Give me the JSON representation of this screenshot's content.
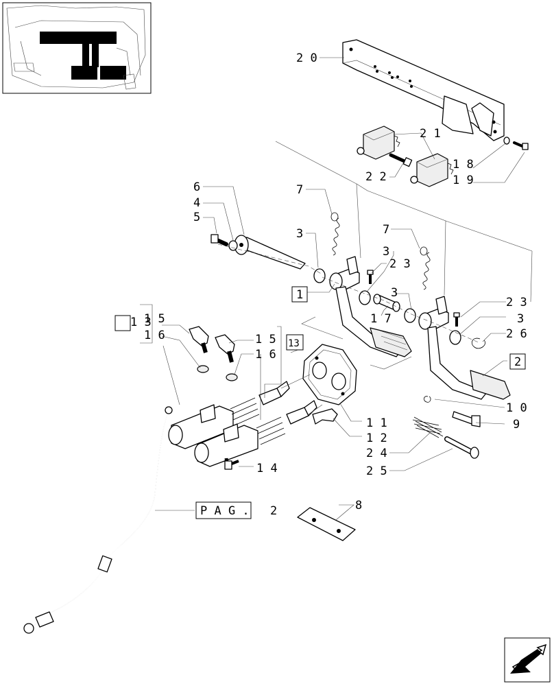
{
  "callouts": {
    "c20": "2 0",
    "c21": "2 1",
    "c22": "2 2",
    "c18": "1 8",
    "c19": "1 9",
    "c6": "6",
    "c4": "4",
    "c5": "5",
    "c7a": "7",
    "c7b": "7",
    "c3a": "3",
    "c3b": "3",
    "c3c": "3",
    "c3d": "3",
    "c23a": "2 3",
    "c23b": "2 3",
    "c17": "1 7",
    "c26": "2 6",
    "c13a": "1 3",
    "c15a": "1 5",
    "c16a": "1 6",
    "c15b": "1 5",
    "c16b": "1 6",
    "c11": "1 1",
    "c12": "1 2",
    "c24": "2 4",
    "c25": "2 5",
    "c10": "1 0",
    "c9": "9",
    "c14": "1 4",
    "c8": "8",
    "pag_page": "2"
  },
  "boxed_refs": {
    "b1": "1",
    "b2": "2",
    "b13": "13",
    "pag": "P A G ."
  },
  "icons": [
    "pedal-location-thumbnail",
    "next-page-arrow-icon"
  ]
}
